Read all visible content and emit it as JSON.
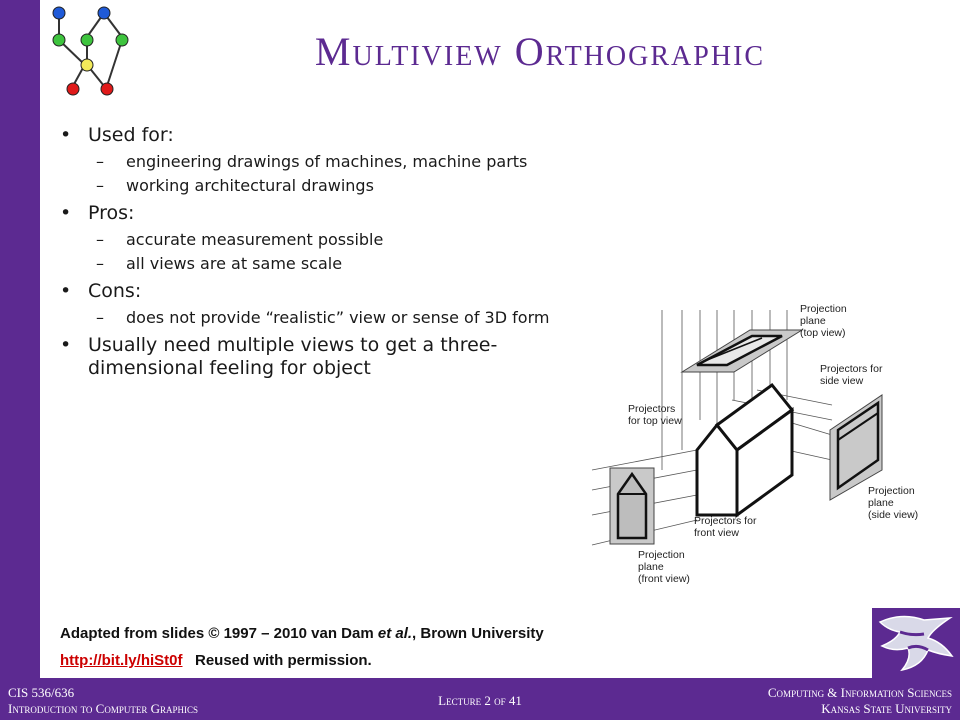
{
  "slide": {
    "title": "Multiview Orthographic",
    "bullets": [
      {
        "text": "Used for:",
        "subs": [
          "engineering drawings of machines, machine parts",
          "working architectural drawings"
        ]
      },
      {
        "text": "Pros:",
        "subs": [
          "accurate measurement possible",
          "all views are at same scale"
        ]
      },
      {
        "text": "Cons:",
        "subs": [
          "does not provide “realistic” view or sense of 3D form"
        ]
      },
      {
        "text": "Usually need multiple views to get a three-dimensional feeling for object",
        "subs": []
      }
    ],
    "figure_labels": {
      "top_plane": [
        "Projection",
        "plane",
        "(top view)"
      ],
      "side_projectors": [
        "Projectors for",
        "side view"
      ],
      "top_projectors": [
        "Projectors",
        "for top view"
      ],
      "side_plane": [
        "Projection",
        "plane",
        "(side view)"
      ],
      "front_projectors": [
        "Projectors for",
        "front view"
      ],
      "front_plane": [
        "Projection",
        "plane",
        "(front view)"
      ]
    },
    "credit": {
      "line1_pre": "Adapted from slides © 1997 – 2010 van Dam ",
      "line1_em": "et al.",
      "line1_post": ", Brown University",
      "link_text": "http://bit.ly/hiSt0f",
      "line2_post": "   Reused with permission."
    }
  },
  "footer": {
    "course_code": "CIS 536/636",
    "course_name": "Introduction to Computer Graphics",
    "lecture": "Lecture 2 of 41",
    "dept": "Computing & Information Sciences",
    "university": "Kansas State University"
  },
  "colors": {
    "purple": "#5c2a91",
    "link": "#cc0000"
  }
}
